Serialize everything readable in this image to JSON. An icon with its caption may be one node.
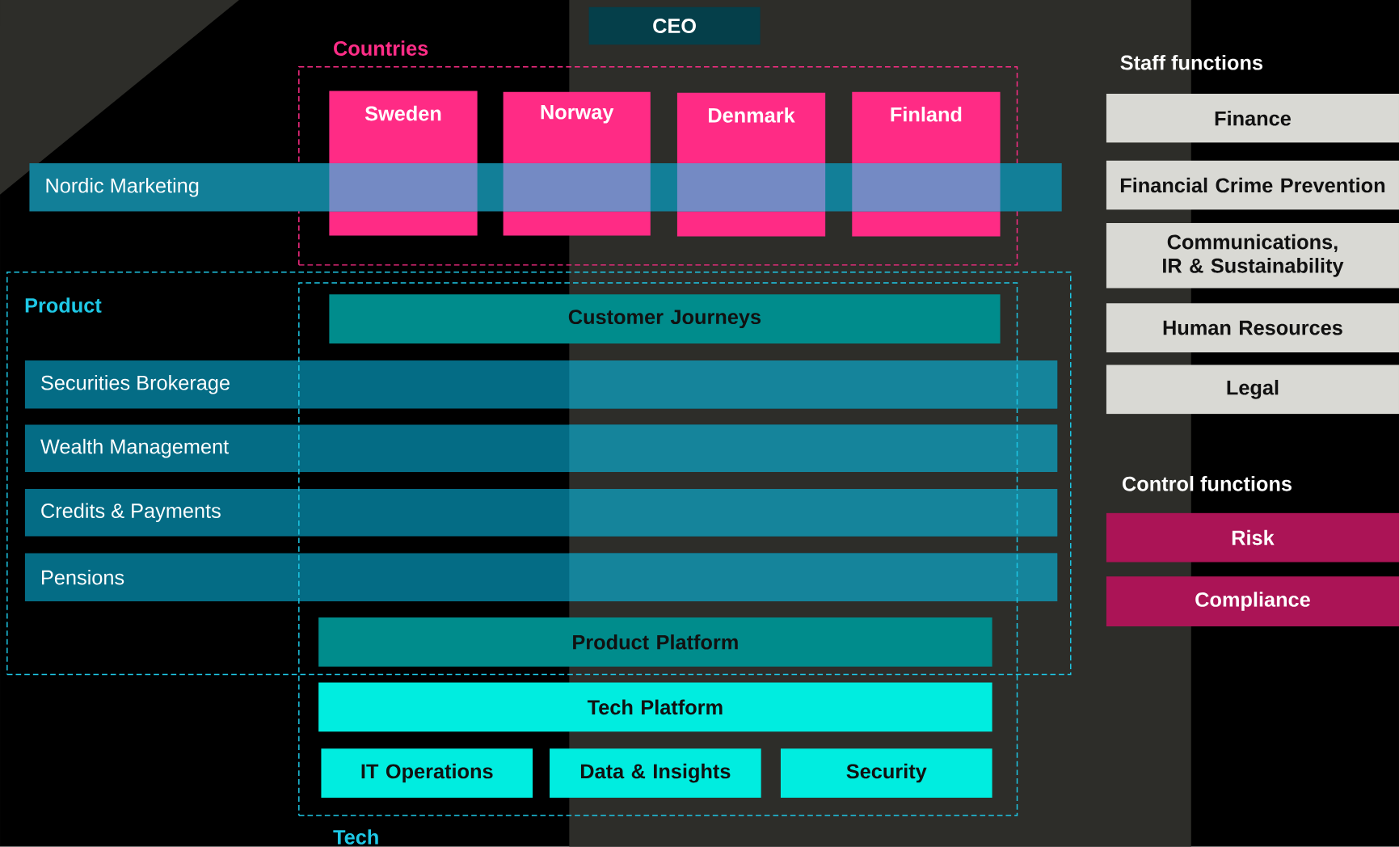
{
  "diagram": {
    "nodes": [
      {
        "text": [
          "CEO"
        ]
      },
      {
        "text": [
          "Countries"
        ]
      },
      {
        "text": [
          "Sweden"
        ],
        "in": 1
      },
      {
        "text": [
          "Norway"
        ],
        "in": 1
      },
      {
        "text": [
          "Denmark"
        ],
        "in": 1
      },
      {
        "text": [
          "Finland"
        ],
        "in": 1
      },
      {
        "text": [
          "Nordic Marketing"
        ]
      },
      {
        "text": [
          "Product"
        ]
      },
      {
        "text": [
          "Tech"
        ]
      },
      {
        "text": [
          "Customer Journeys"
        ]
      },
      {
        "text": [
          "Securities Brokerage"
        ],
        "in": 7
      },
      {
        "text": [
          "Wealth Management"
        ],
        "in": 7
      },
      {
        "text": [
          "Credits & Payments"
        ],
        "in": 7
      },
      {
        "text": [
          "Pensions"
        ],
        "in": 7
      },
      {
        "text": [
          "Product Platform"
        ]
      },
      {
        "text": [
          "Tech Platform"
        ],
        "in": 8
      },
      {
        "text": [
          "IT Operations"
        ],
        "in": 8
      },
      {
        "text": [
          "Data & Insights"
        ],
        "in": 8
      },
      {
        "text": [
          "Security"
        ],
        "in": 8
      },
      {
        "text": [
          "Finance"
        ]
      },
      {
        "text": [
          "Financial Crime Prevention"
        ]
      },
      {
        "text": [
          "Communications, IR & Sustainability"
        ]
      },
      {
        "text": [
          "Human Resources"
        ]
      },
      {
        "text": [
          "Legal"
        ]
      },
      {
        "text": [
          "Risk"
        ]
      },
      {
        "text": [
          "Compliance"
        ]
      }
    ],
    "labels": [
      "Staff functions",
      "Control functions"
    ]
  }
}
